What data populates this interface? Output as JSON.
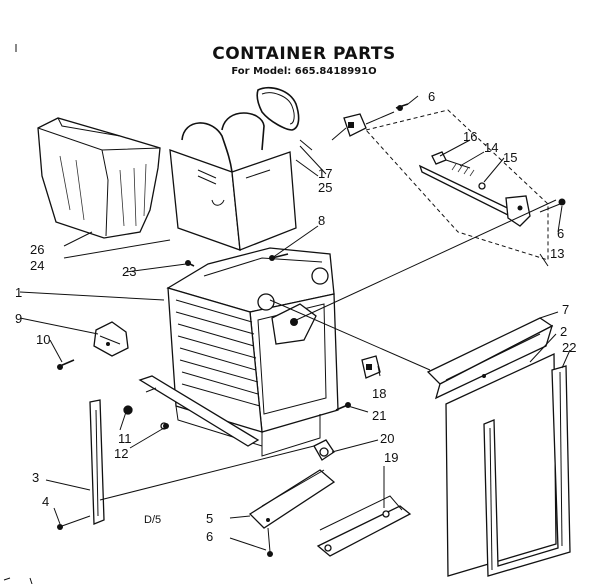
{
  "diagram": {
    "title": "CONTAINER PARTS",
    "subtitle": "For Model: 665.8418991O",
    "drawing_code": "D/5",
    "parts": [
      {
        "id": "1",
        "name": "container-body"
      },
      {
        "id": "2",
        "name": "front-panel"
      },
      {
        "id": "3",
        "name": "side-slide"
      },
      {
        "id": "4",
        "name": "screw"
      },
      {
        "id": "5",
        "name": "bottom-bracket"
      },
      {
        "id": "6",
        "name": "screw"
      },
      {
        "id": "7",
        "name": "handle"
      },
      {
        "id": "8",
        "name": "screw"
      },
      {
        "id": "9",
        "name": "bracket"
      },
      {
        "id": "10",
        "name": "screw"
      },
      {
        "id": "11",
        "name": "nut"
      },
      {
        "id": "12",
        "name": "washer"
      },
      {
        "id": "13",
        "name": "latch-assembly"
      },
      {
        "id": "14",
        "name": "spring"
      },
      {
        "id": "15",
        "name": "pin"
      },
      {
        "id": "16",
        "name": "rod"
      },
      {
        "id": "17",
        "name": "clip"
      },
      {
        "id": "18",
        "name": "clip"
      },
      {
        "id": "19",
        "name": "foot-pedal"
      },
      {
        "id": "20",
        "name": "roller"
      },
      {
        "id": "21",
        "name": "screw"
      },
      {
        "id": "22",
        "name": "trim"
      },
      {
        "id": "23",
        "name": "screw"
      },
      {
        "id": "24",
        "name": "bag-holder"
      },
      {
        "id": "25",
        "name": "bag-retainer"
      },
      {
        "id": "26",
        "name": "bag"
      }
    ]
  }
}
